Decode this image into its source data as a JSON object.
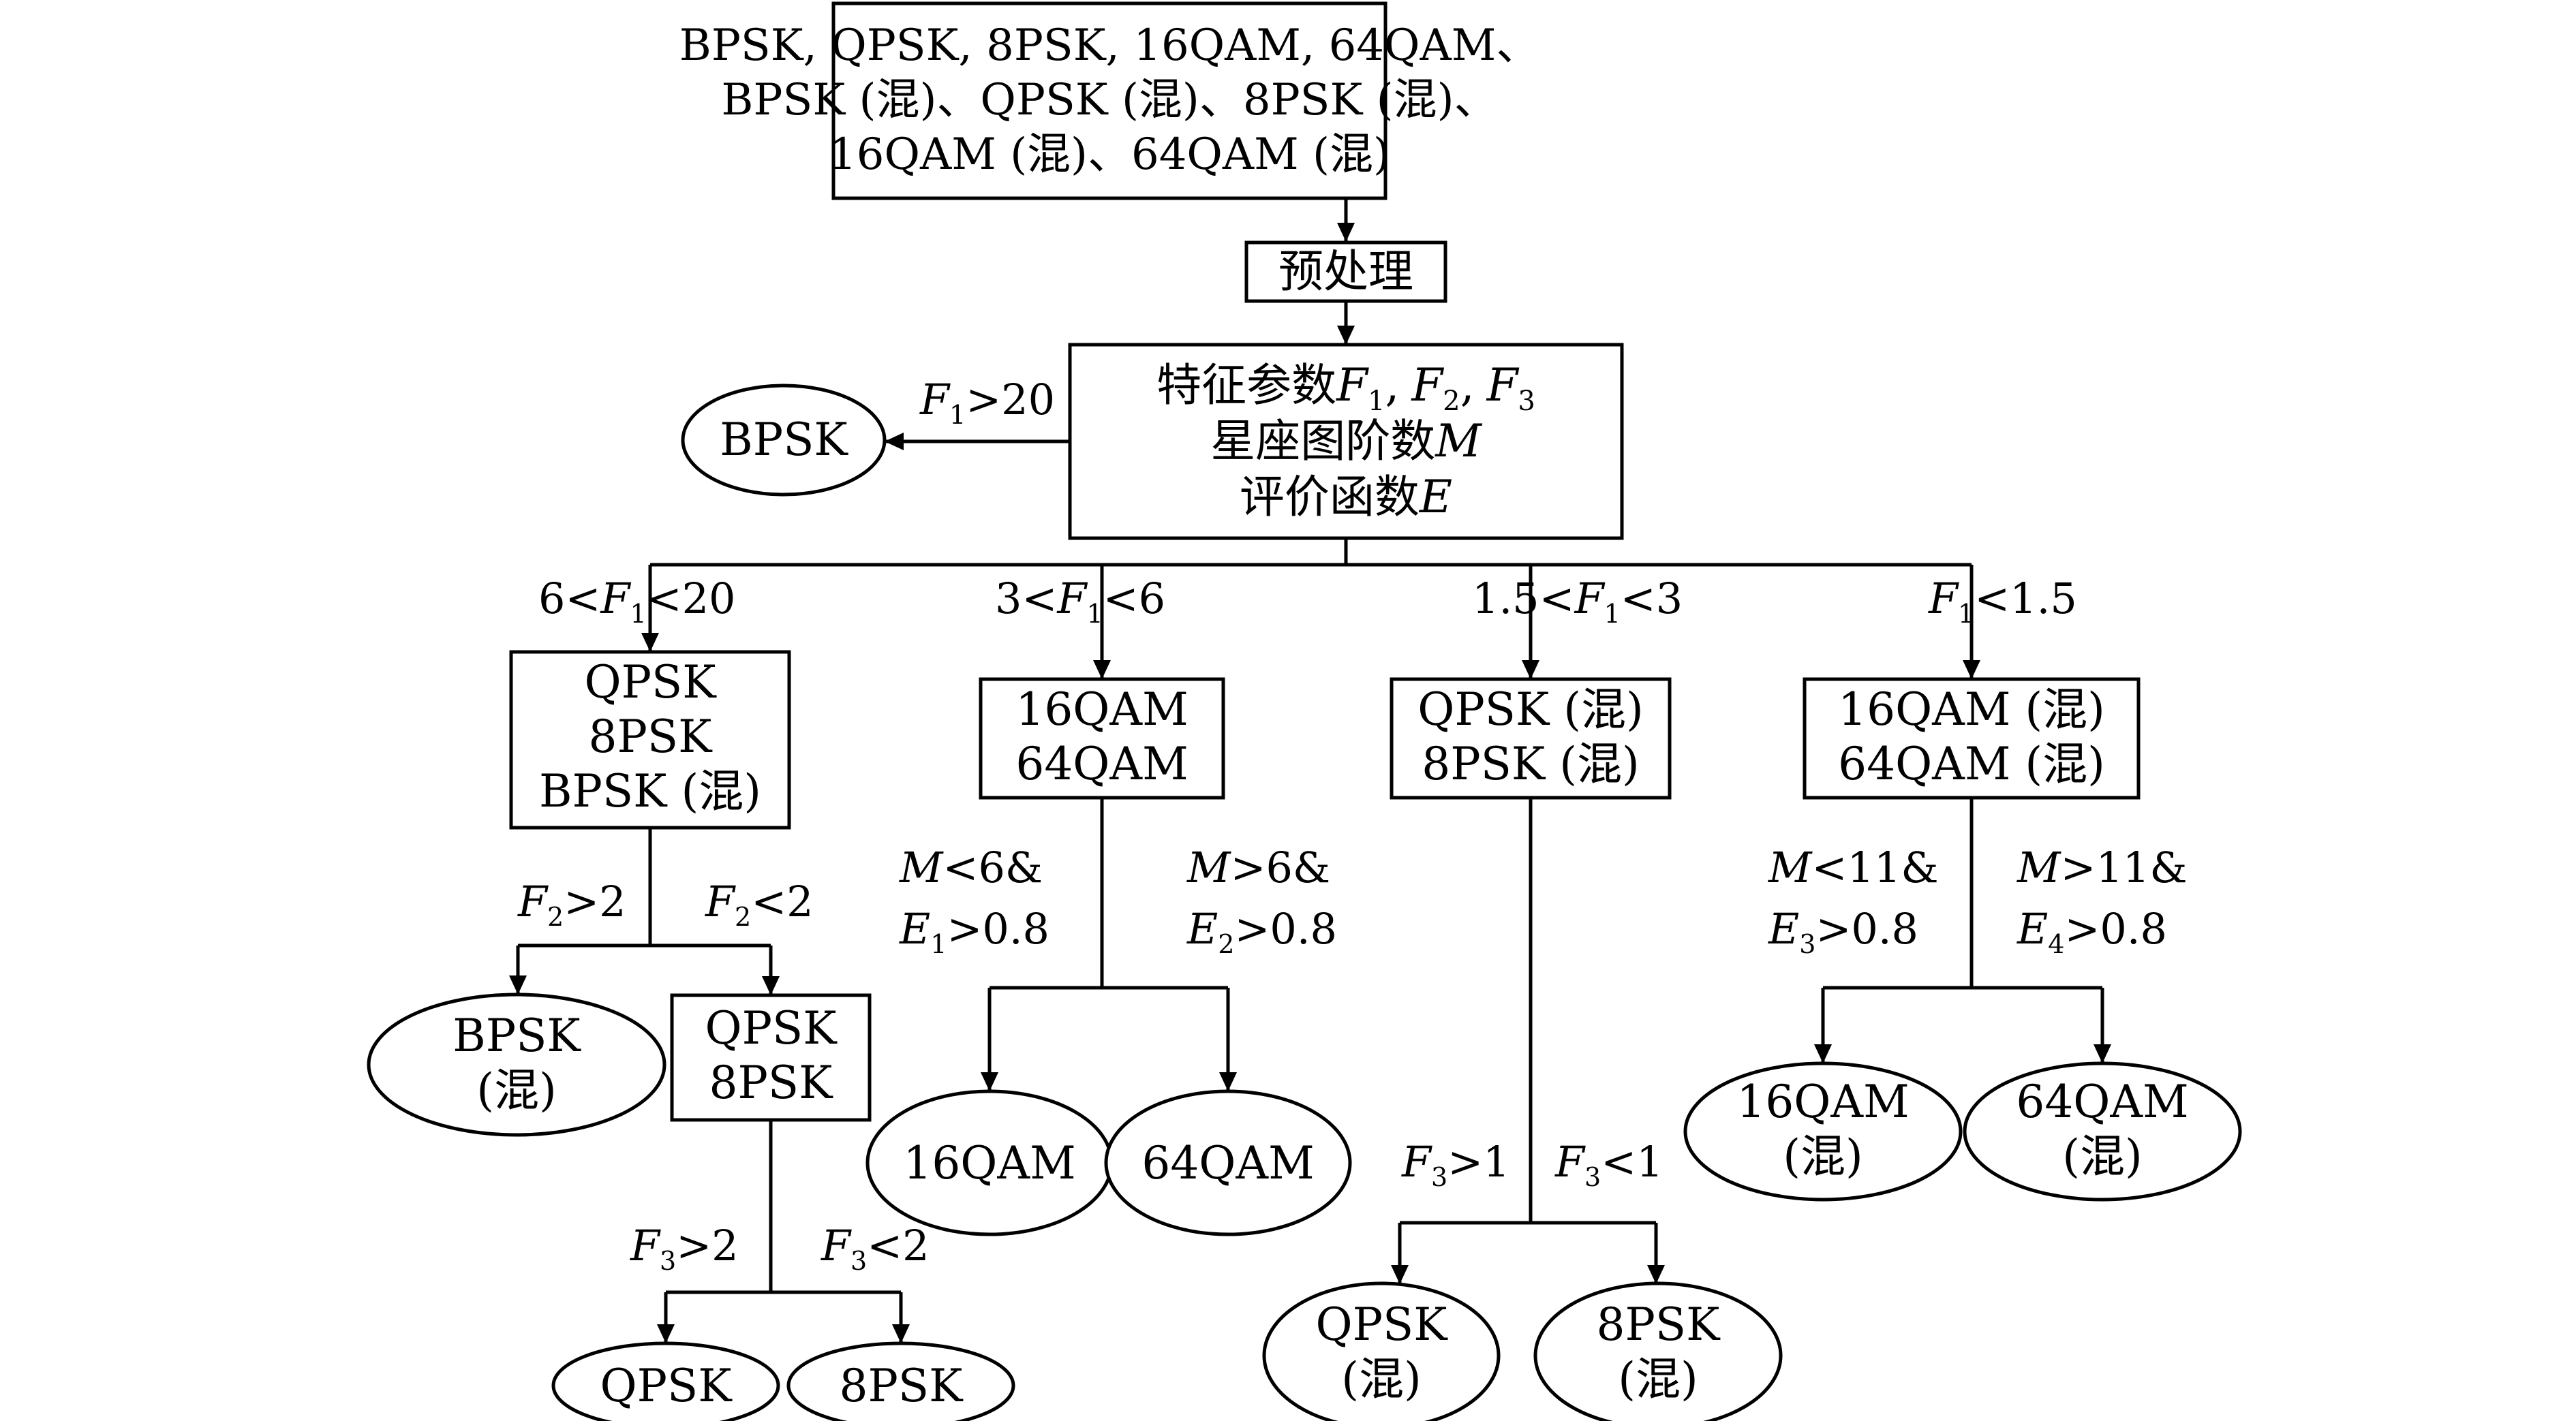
{
  "diagram": {
    "root_lines": [
      "BPSK, QPSK, 8PSK, 16QAM, 64QAM、",
      "BPSK (混)、QPSK (混)、8PSK (混)、",
      "16QAM (混)、64QAM (混)"
    ],
    "preprocess": "预处理",
    "feature": {
      "line1_text": "特征参数",
      "line2_text": "星座图阶数",
      "line2_var": "M",
      "line3_text": "评价函数",
      "line3_var": "E"
    },
    "symbols": {
      "F": "F",
      "M": "M",
      "E": "E",
      "sub1": "1",
      "sub2": "2",
      "sub3": "3",
      "sub4": "4",
      "comma": ",",
      "lt": "<",
      "gt": ">",
      "amp": "&"
    },
    "leaf_bpsk_top": "BPSK",
    "cond_bpsk_num": "20",
    "branches": {
      "b1": {
        "cond_pre": "6",
        "cond_post": "20",
        "box_lines": [
          "QPSK",
          "8PSK",
          "BPSK (混)"
        ],
        "cond_left_val": "2",
        "cond_right_val": "2",
        "leaf_left": [
          "BPSK",
          "(混)"
        ],
        "sub_box_lines": [
          "QPSK",
          "8PSK"
        ],
        "cond3_left_val": "2",
        "cond3_right_val": "2",
        "leaf_q": "QPSK",
        "leaf_8": "8PSK"
      },
      "b2": {
        "cond_pre": "3",
        "cond_post": "6",
        "box_lines": [
          "16QAM",
          "64QAM"
        ],
        "cond_m_left": "6",
        "cond_e_left": "0.8",
        "cond_m_right": "6",
        "cond_e_right": "0.8",
        "leaf_left": "16QAM",
        "leaf_right": "64QAM"
      },
      "b3": {
        "cond_pre": "1.5",
        "cond_post": "3",
        "box_lines": [
          "QPSK (混)",
          "8PSK (混)"
        ],
        "cond_left_val": "1",
        "cond_right_val": "1",
        "leaf_left": [
          "QPSK",
          "(混)"
        ],
        "leaf_right": [
          "8PSK",
          "(混)"
        ]
      },
      "b4": {
        "cond_post": "1.5",
        "box_lines": [
          "16QAM (混)",
          "64QAM (混)"
        ],
        "cond_m_left": "11",
        "cond_e_left": "0.8",
        "cond_m_right": "11",
        "cond_e_right": "0.8",
        "leaf_left": [
          "16QAM",
          "(混)"
        ],
        "leaf_right": [
          "64QAM",
          "(混)"
        ]
      }
    }
  }
}
